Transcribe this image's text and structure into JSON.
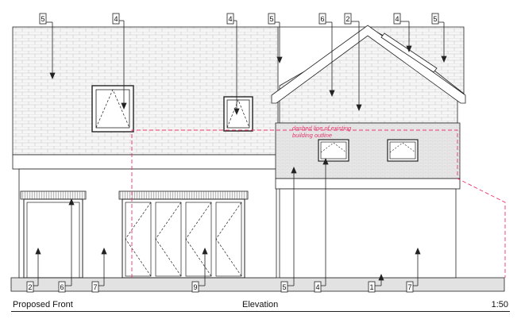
{
  "title_block": {
    "left": "Proposed Front",
    "center": "Elevation",
    "right": "1:50"
  },
  "note": {
    "line1": "dashed line of existing",
    "line2": "building outline",
    "color": "#e8356b"
  },
  "tags": {
    "t5a": "5",
    "t4a": "4",
    "t4b": "4",
    "t5b": "5",
    "t6a": "6",
    "t2a": "2",
    "t4c": "4",
    "t5c": "5",
    "t2b": "2",
    "t6b": "6",
    "t7a": "7",
    "t9": "9",
    "t5d": "5",
    "t4d": "4",
    "t1": "1",
    "t7b": "7"
  },
  "colors": {
    "line": "#222222",
    "brick_fill": "#f6f6f6",
    "brick_line": "#c9c9c9",
    "cladding_fill": "#e9e9e9",
    "ground_fill": "#e2e2e2",
    "dashed": "#e8356b"
  }
}
